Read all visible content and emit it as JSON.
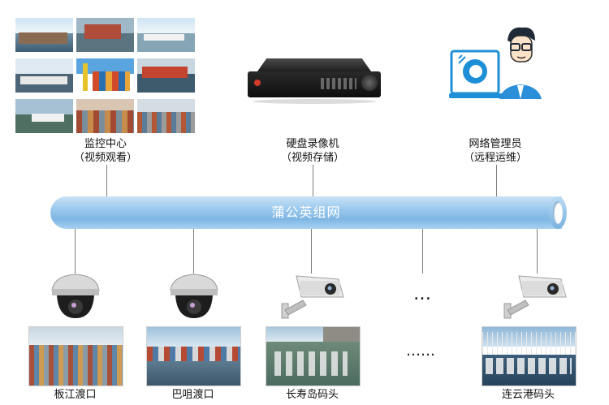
{
  "nodes": {
    "monitor": {
      "line1": "监控中心",
      "line2": "（视频观看）"
    },
    "dvr": {
      "line1": "硬盘录像机",
      "line2": "（视频存储）"
    },
    "admin": {
      "line1": "网络管理员",
      "line2": "（远程运维）"
    }
  },
  "network": {
    "label": "蒲公英组网"
  },
  "sites": [
    {
      "name": "板江渡口"
    },
    {
      "name": "巴咀渡口"
    },
    {
      "name": "长寿岛码头"
    },
    {
      "name": "连云港码头"
    }
  ],
  "ellipsis_camera": "…",
  "ellipsis_photo": "……",
  "colors": {
    "pipe": "#8cc0ea",
    "line": "#7d7d7d",
    "camera_body": "#e6e6e6"
  }
}
